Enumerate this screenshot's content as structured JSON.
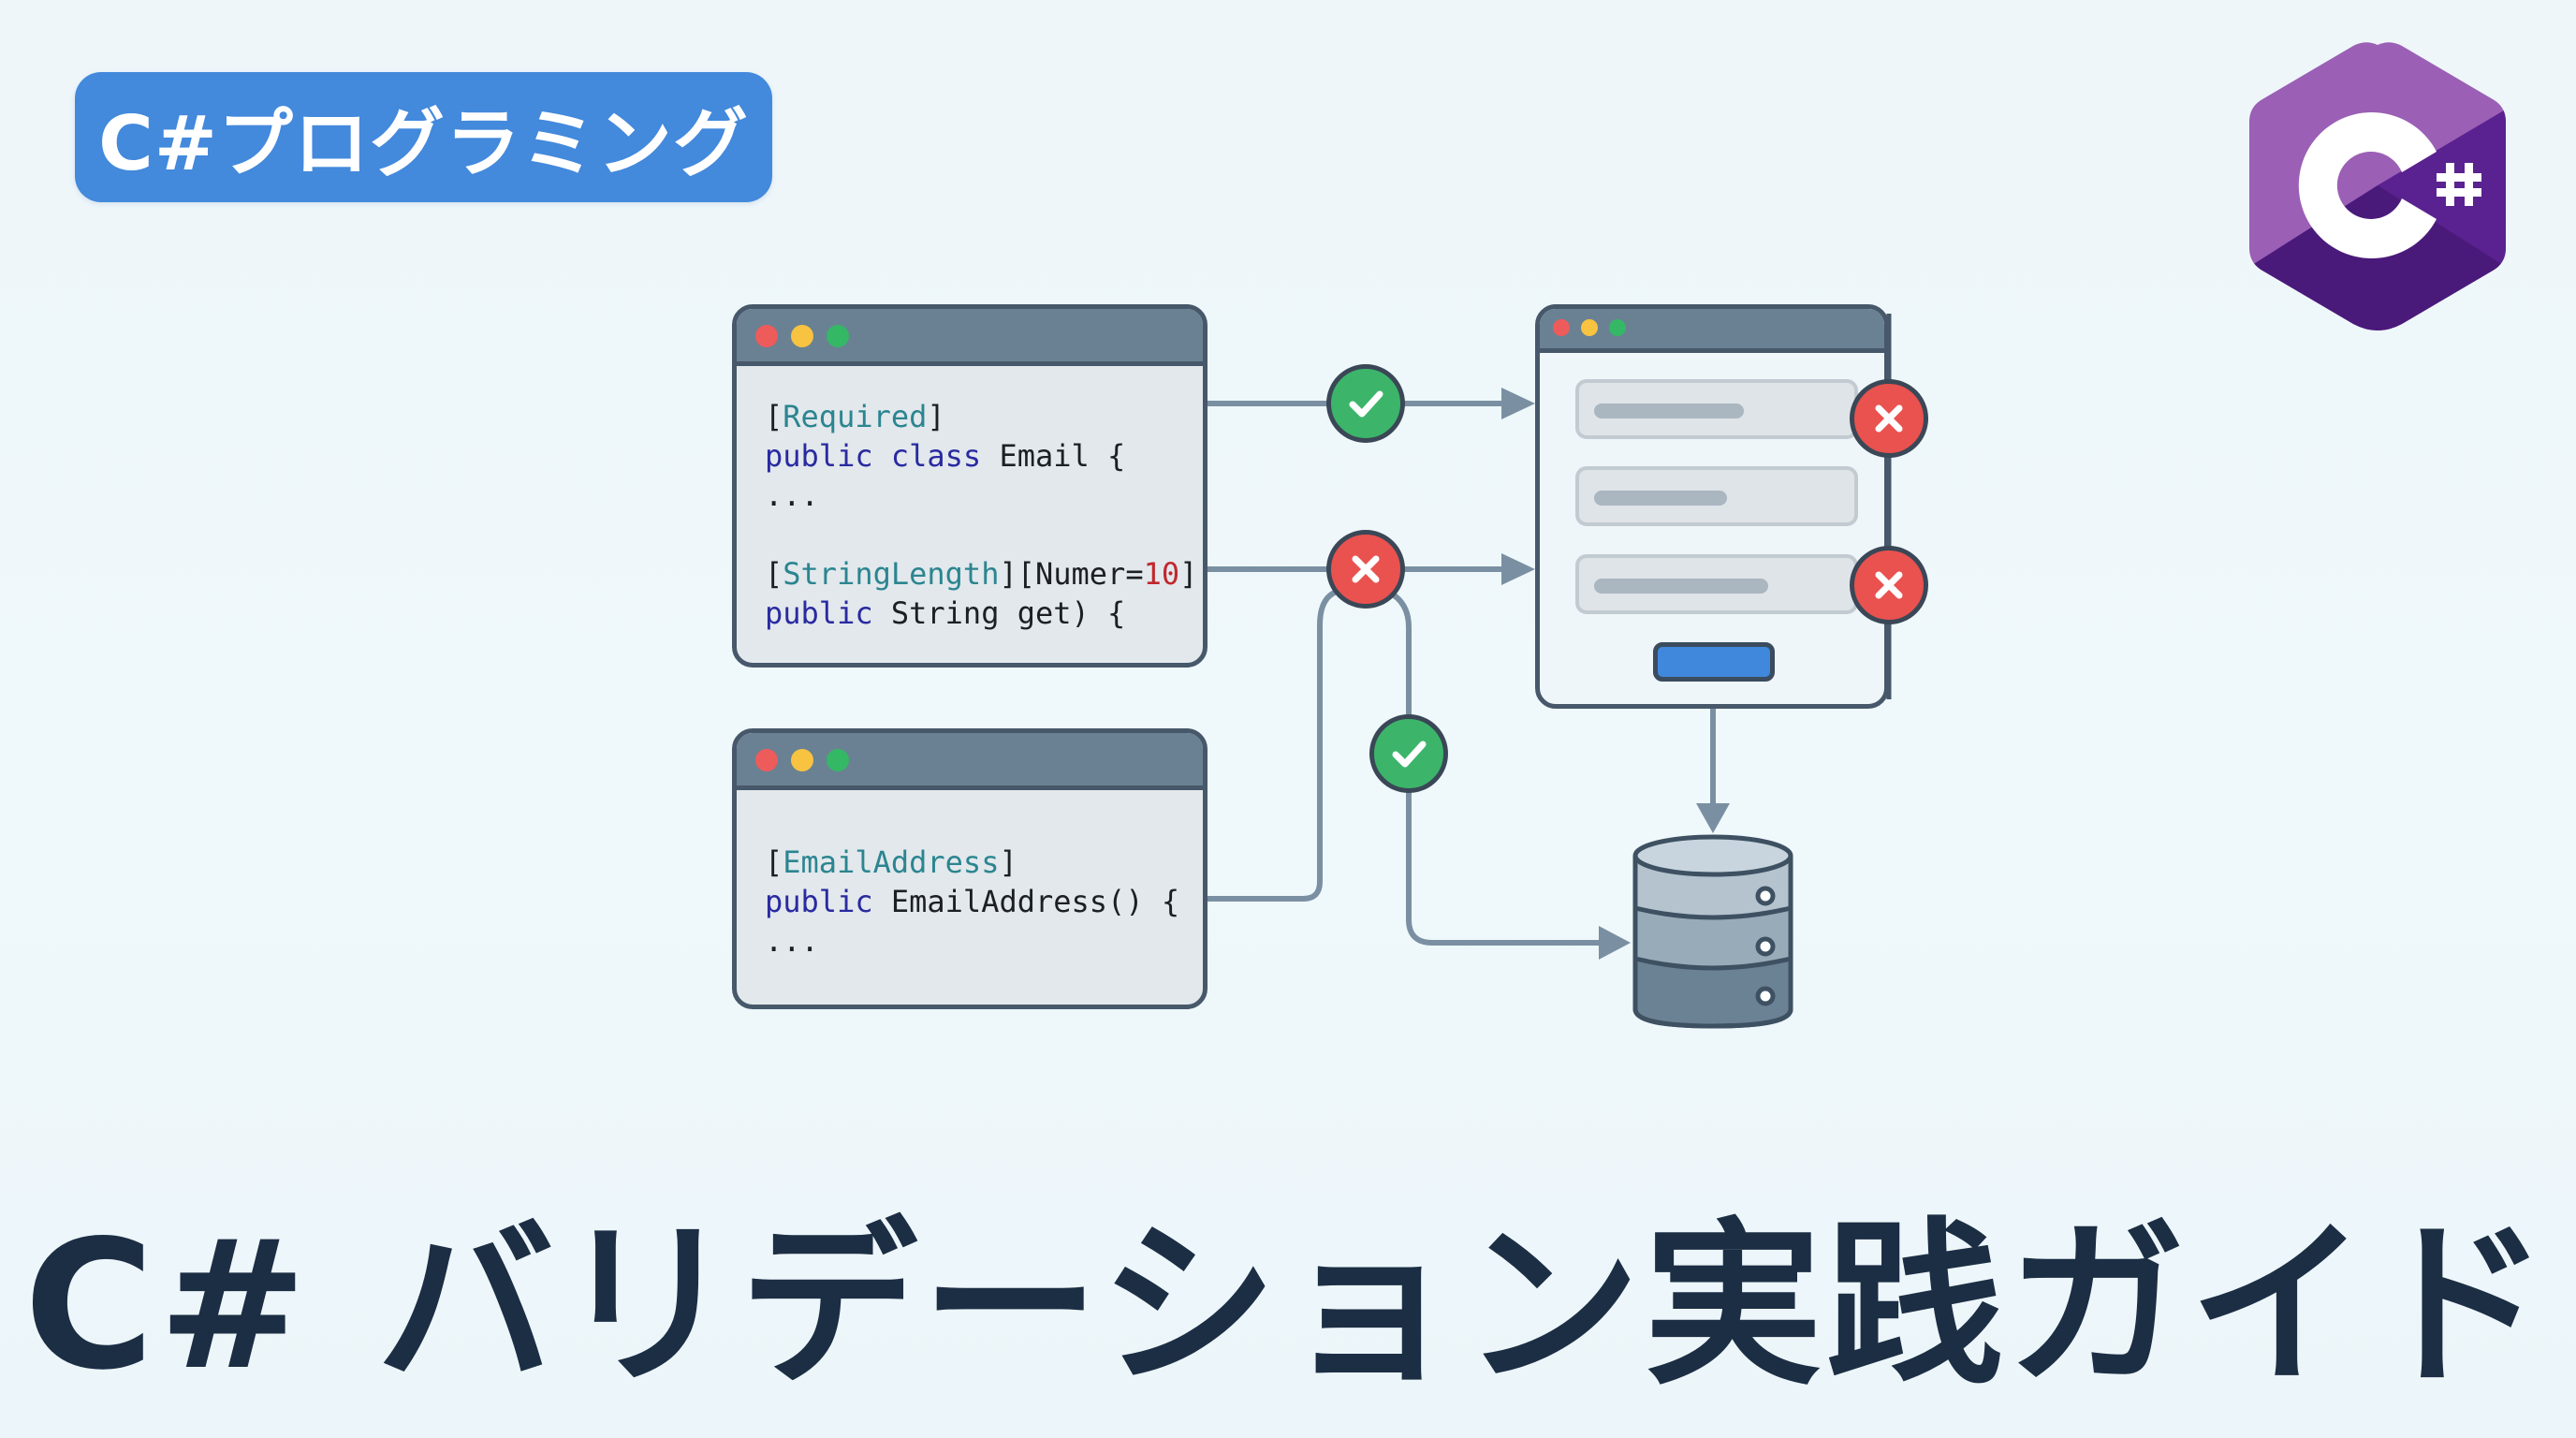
{
  "badge": {
    "label": "C#プログラミング"
  },
  "logo": {
    "name": "csharp-logo",
    "text": "C#",
    "colors": {
      "light": "#9b5fb5",
      "mid": "#6a2c9a",
      "dark": "#4a1a7a"
    }
  },
  "code_window_top": {
    "lines": [
      {
        "parts": [
          {
            "t": "[",
            "c": "plain"
          },
          {
            "t": "Required",
            "c": "attr"
          },
          {
            "t": "]",
            "c": "plain"
          }
        ]
      },
      {
        "parts": [
          {
            "t": "public",
            "c": "kw"
          },
          {
            "t": " ",
            "c": "plain"
          },
          {
            "t": "class",
            "c": "kw"
          },
          {
            "t": " Email {",
            "c": "plain"
          }
        ]
      },
      {
        "parts": [
          {
            "t": "...",
            "c": "plain"
          }
        ]
      },
      {
        "parts": [
          {
            "t": "",
            "c": "plain"
          }
        ]
      },
      {
        "parts": [
          {
            "t": "[",
            "c": "plain"
          },
          {
            "t": "StringLength",
            "c": "attr"
          },
          {
            "t": "][Numer=",
            "c": "plain"
          },
          {
            "t": "10",
            "c": "num"
          },
          {
            "t": "]",
            "c": "plain"
          }
        ]
      },
      {
        "parts": [
          {
            "t": "public",
            "c": "kw"
          },
          {
            "t": " String get) {",
            "c": "plain"
          }
        ]
      }
    ]
  },
  "code_window_bottom": {
    "lines": [
      {
        "parts": [
          {
            "t": "[",
            "c": "plain"
          },
          {
            "t": "EmailAddress",
            "c": "attr"
          },
          {
            "t": "]",
            "c": "plain"
          }
        ]
      },
      {
        "parts": [
          {
            "t": "public",
            "c": "kw"
          },
          {
            "t": " EmailAddress() {",
            "c": "plain"
          }
        ]
      },
      {
        "parts": [
          {
            "t": "...",
            "c": "plain"
          }
        ]
      }
    ]
  },
  "flow": {
    "required_check": "pass",
    "stringlength_check": "fail",
    "emailaddress_check": "pass",
    "form_field_results": [
      "fail",
      "none",
      "fail"
    ]
  },
  "form": {
    "field_count": 3
  },
  "colors": {
    "pass": "#3cb56a",
    "fail": "#e9524f",
    "accent": "#4389dc",
    "wire": "#7a90a2",
    "outline": "#46586a",
    "title_text": "#1c2e44"
  },
  "title": "C# バリデーション実践ガイド"
}
